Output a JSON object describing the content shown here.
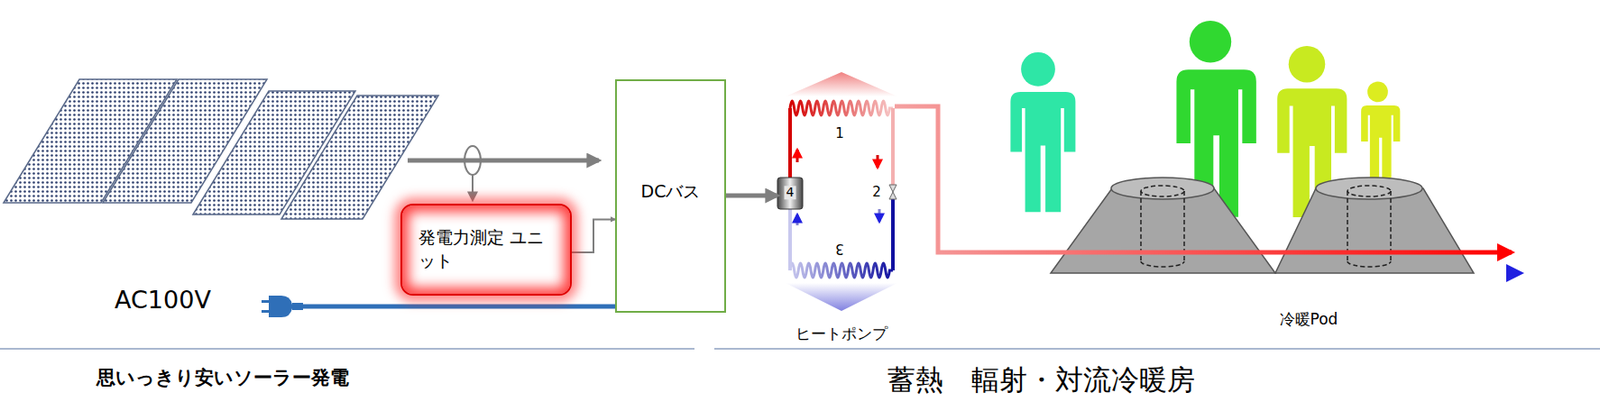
{
  "diagram": {
    "nodes": [
      {
        "text": [
          "発電力測定 ユニット"
        ]
      },
      {
        "text": [
          "DCバス"
        ]
      },
      {
        "text": [
          "ヒートポンプ"
        ]
      }
    ],
    "edges": [
      {
        "from": 0,
        "to": 1,
        "arrow": "to"
      },
      {
        "from": 1,
        "to": 2,
        "arrow": "to"
      }
    ],
    "labels": [
      "AC100V",
      "1",
      "2",
      "3",
      "4",
      "冷暖Pod",
      "思いっきり安いソーラー発電",
      "蓄熱　輻射・対流冷暖房"
    ]
  }
}
